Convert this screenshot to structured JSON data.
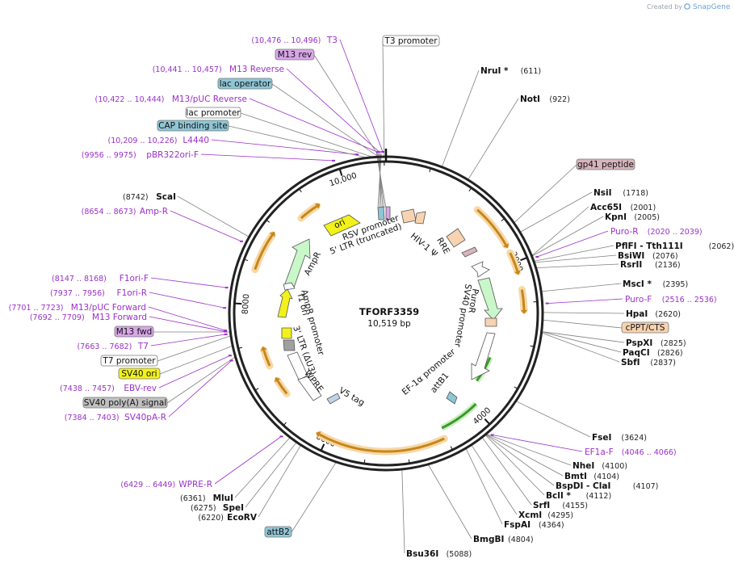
{
  "header": {
    "brand_prefix": "Created by",
    "brand_name": "SnapGene"
  },
  "plasmid": {
    "name": "TFORF3359",
    "length_label": "10,519 bp"
  },
  "ticks": [
    {
      "label": "2000"
    },
    {
      "label": "4000"
    },
    {
      "label": "6000"
    },
    {
      "label": "8000"
    },
    {
      "label": "10,000"
    }
  ],
  "enzymes": [
    {
      "name": "NruI *",
      "pos": "(611)"
    },
    {
      "name": "NotI",
      "pos": "(922)"
    },
    {
      "name": "NsiI",
      "pos": "(1718)"
    },
    {
      "name": "Acc65I",
      "pos": "(2001)"
    },
    {
      "name": "KpnI",
      "pos": "(2005)"
    },
    {
      "name": "PflFI  - Tth111I",
      "pos": "(2062)"
    },
    {
      "name": "BsiWI",
      "pos": "(2076)"
    },
    {
      "name": "RsrII",
      "pos": "(2136)"
    },
    {
      "name": "MscI *",
      "pos": "(2395)"
    },
    {
      "name": "HpaI",
      "pos": "(2620)"
    },
    {
      "name": "PspXI",
      "pos": "(2825)"
    },
    {
      "name": "PaqCI",
      "pos": "(2826)"
    },
    {
      "name": "SbfI",
      "pos": "(2837)"
    },
    {
      "name": "FseI",
      "pos": "(3624)"
    },
    {
      "name": "NheI",
      "pos": "(4100)"
    },
    {
      "name": "BmtI",
      "pos": "(4104)"
    },
    {
      "name": "BspDI  - ClaI",
      "pos": "(4107)"
    },
    {
      "name": "BclI *",
      "pos": "(4112)"
    },
    {
      "name": "SrfI",
      "pos": "(4155)"
    },
    {
      "name": "XcmI",
      "pos": "(4295)"
    },
    {
      "name": "FspAI",
      "pos": "(4364)"
    },
    {
      "name": "BmgBI",
      "pos": "(4804)"
    },
    {
      "name": "Bsu36I",
      "pos": "(5088)"
    },
    {
      "name": "EcoRV",
      "pos": "(6220)"
    },
    {
      "name": "SpeI",
      "pos": "(6275)"
    },
    {
      "name": "MluI",
      "pos": "(6361)"
    },
    {
      "name": "ScaI",
      "pos": "(8742)"
    }
  ],
  "primers": [
    {
      "name": "T3",
      "pos": "(10,476 .. 10,496)"
    },
    {
      "name": "M13 Reverse",
      "pos": "(10,441 .. 10,457)"
    },
    {
      "name": "M13/pUC Reverse",
      "pos": "(10,422 .. 10,444)"
    },
    {
      "name": "L4440",
      "pos": "(10,209 .. 10,226)"
    },
    {
      "name": "pBR322ori-F",
      "pos": "(9956 .. 9975)"
    },
    {
      "name": "Amp-R",
      "pos": "(8654 .. 8673)"
    },
    {
      "name": "F1ori-F",
      "pos": "(8147 .. 8168)"
    },
    {
      "name": "F1ori-R",
      "pos": "(7937 .. 7956)"
    },
    {
      "name": "M13/pUC Forward",
      "pos": "(7701 .. 7723)"
    },
    {
      "name": "M13 Forward",
      "pos": "(7692 .. 7709)"
    },
    {
      "name": "T7",
      "pos": "(7663 .. 7682)"
    },
    {
      "name": "EBV-rev",
      "pos": "(7438 .. 7457)"
    },
    {
      "name": "SV40pA-R",
      "pos": "(7384 .. 7403)"
    },
    {
      "name": "WPRE-R",
      "pos": "(6429 .. 6449)"
    },
    {
      "name": "Puro-R",
      "pos": "(2020 .. 2039)"
    },
    {
      "name": "Puro-F",
      "pos": "(2516 .. 2536)"
    },
    {
      "name": "EF1a-F",
      "pos": "(4046 .. 4066)"
    }
  ],
  "boxed_features": [
    {
      "name": "T3 promoter",
      "color": "#ffffff"
    },
    {
      "name": "M13 rev",
      "color": "#d9a6e8"
    },
    {
      "name": "lac operator",
      "color": "#8fc6d6"
    },
    {
      "name": "lac promoter",
      "color": "#ffffff"
    },
    {
      "name": "CAP binding site",
      "color": "#8fc6d6"
    },
    {
      "name": "gp41 peptide",
      "color": "#d8b4bc"
    },
    {
      "name": "cPPT/CTS",
      "color": "#f7d3b1"
    },
    {
      "name": "M13 fwd",
      "color": "#d9a6e8"
    },
    {
      "name": "T7 promoter",
      "color": "#ffffff"
    },
    {
      "name": "SV40 ori",
      "color": "#f2f21a"
    },
    {
      "name": "SV40 poly(A) signal",
      "color": "#c0c0c0"
    },
    {
      "name": "attB2",
      "color": "#8fc6d6"
    }
  ],
  "inner_features": [
    {
      "name": "RSV promoter"
    },
    {
      "name": "5' LTR (truncated)"
    },
    {
      "name": "HIV-1 Ψ"
    },
    {
      "name": "RRE"
    },
    {
      "name": "ori"
    },
    {
      "name": "AmpR"
    },
    {
      "name": "AmpR promoter"
    },
    {
      "name": "f1 ori"
    },
    {
      "name": "3' LTR (ΔU3)"
    },
    {
      "name": "WPRE"
    },
    {
      "name": "V5 tag"
    },
    {
      "name": "PuroR"
    },
    {
      "name": "SV40 promoter"
    },
    {
      "name": "EF-1α promoter"
    },
    {
      "name": "attB1"
    }
  ],
  "colors": {
    "backbone": "#222222",
    "orf_arrow": "#c8861a",
    "orf_glow": "#f6d9a8",
    "primer": "#9b30c8",
    "leader": "#808080",
    "green_arrow": "#3a9a2a"
  }
}
